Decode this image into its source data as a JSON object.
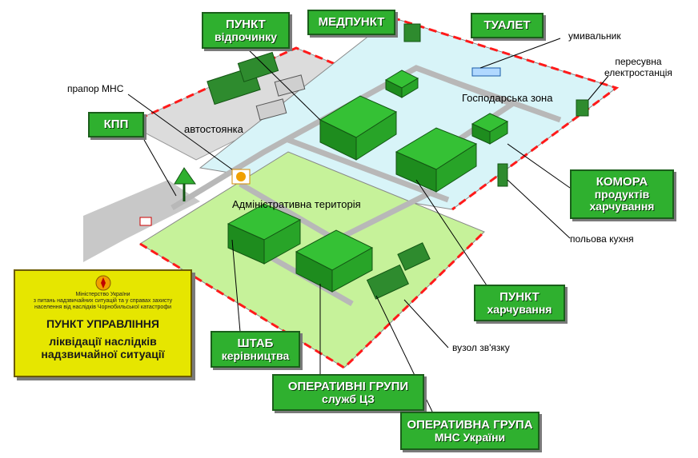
{
  "labels": {
    "rest_point": [
      "ПУНКТ",
      "відпочинку"
    ],
    "medpoint": "МЕДПУНКТ",
    "toilet": "ТУАЛЕТ",
    "washbasin": "умивальник",
    "power_station": [
      "пересувна",
      "електростанція"
    ],
    "ministry_flag": "прапор МНС",
    "parking": "автостоянка",
    "household_zone": "Господарська зона",
    "checkpoint": "КПП",
    "admin_territory": "Адміністративна територія",
    "storage": [
      "КОМОРА",
      "продуктів",
      "харчування"
    ],
    "field_kitchen": "польова кухня",
    "food_point": [
      "ПУНКТ",
      "харчування"
    ],
    "headquarters": [
      "ШТАБ",
      "керівництва"
    ],
    "comm_node": "вузол зв'язку",
    "civil_groups": [
      "ОПЕРАТИВНІ ГРУПИ",
      "служб ЦЗ"
    ],
    "mns_group": [
      "ОПЕРАТИВНА ГРУПА",
      "МНС України"
    ]
  },
  "command_post": {
    "ministry_lines": [
      "Міністерство України",
      "з питань надзвичайних ситуацій та у справах захисту",
      "населення від наслідків Чорнобильської катастрофи"
    ],
    "title": "ПУНКТ УПРАВЛІННЯ",
    "subtitle": [
      "ліквідації наслідків",
      "надзвичайної ситуації"
    ]
  },
  "colors": {
    "box_fill": "#2fb02f",
    "command_post_fill": "#e6e600",
    "household_zone_fill": "#d8f4f8",
    "admin_zone_fill": "#c6f29a",
    "parking_fill": "#dcdcdc",
    "road": "#b8b8b8",
    "tent": "#2fb02f",
    "boundary": "#ff1a1a"
  }
}
